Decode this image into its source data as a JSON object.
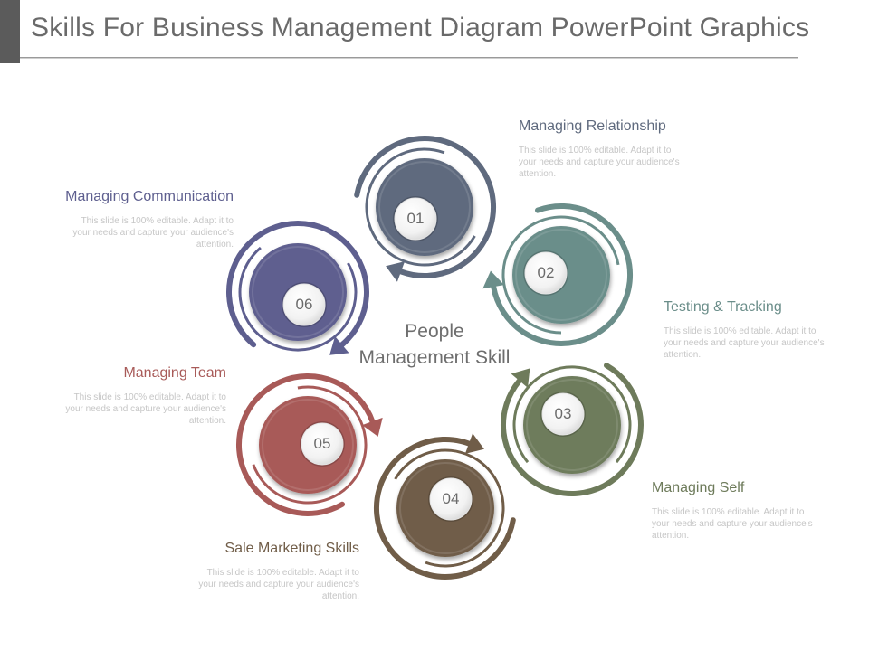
{
  "title": "Skills For Business Management Diagram PowerPoint Graphics",
  "center_label": "People Management Skill",
  "description": "This slide is 100% editable. Adapt it to your needs and capture your audience's attention.",
  "colors": {
    "step1": "#5f6a7e",
    "step2": "#6b8e8a",
    "step3": "#6e7b5b",
    "step4": "#705d48",
    "step5": "#a85a58",
    "step6": "#5e5f8f"
  },
  "steps": [
    {
      "number": "01",
      "label": "Managing Relationship"
    },
    {
      "number": "02",
      "label": "Testing & Tracking"
    },
    {
      "number": "03",
      "label": "Managing Self"
    },
    {
      "number": "04",
      "label": "Sale Marketing Skills"
    },
    {
      "number": "05",
      "label": "Managing Team"
    },
    {
      "number": "06",
      "label": "Managing Communication"
    }
  ]
}
